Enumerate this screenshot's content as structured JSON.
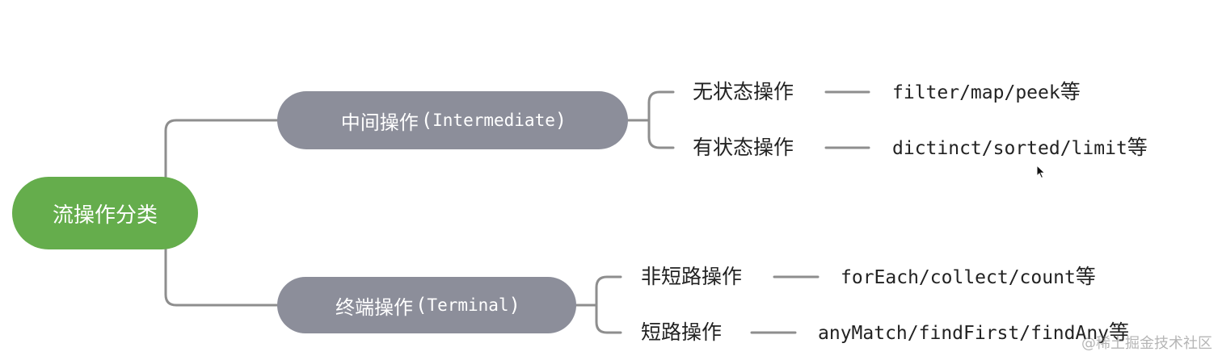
{
  "root": {
    "label": "流操作分类"
  },
  "categories": {
    "intermediate": {
      "label": "中间操作",
      "paren_open": "(",
      "term": "Intermediate",
      "paren_close": ")"
    },
    "terminal": {
      "label": "终端操作",
      "paren_open": "(",
      "term": "Terminal",
      "paren_close": ")"
    }
  },
  "leaves": {
    "stateless": {
      "label": "无状态操作",
      "ops": "filter/map/peek",
      "suffix": "等"
    },
    "stateful": {
      "label": "有状态操作",
      "ops": "dictinct/sorted/limit",
      "suffix": "等"
    },
    "non_short_circuit": {
      "label": "非短路操作",
      "ops": "forEach/collect/count",
      "suffix": "等"
    },
    "short_circuit": {
      "label": "短路操作",
      "ops": "anyMatch/findFirst/findAny",
      "suffix": "等"
    }
  },
  "watermark": "@稀土掘金技术社区",
  "colors": {
    "root": "#65ad4c",
    "category": "#8c8e9a",
    "connector": "#8e8e8e"
  }
}
